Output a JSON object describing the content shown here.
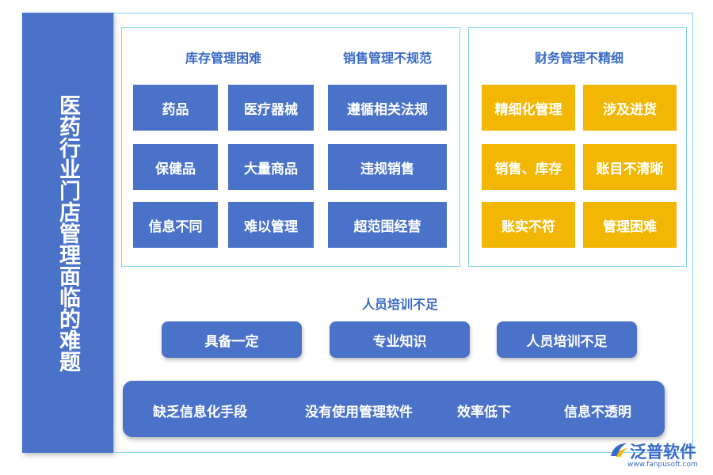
{
  "title": "医药行业门店管理面临的难题",
  "groups": {
    "inventory": {
      "heading": "库存管理困难",
      "items": [
        "药品",
        "医疗器械",
        "保健品",
        "大量商品",
        "信息不同",
        "难以管理"
      ]
    },
    "sales": {
      "heading": "销售管理不规范",
      "items": [
        "遵循相关法规",
        "违规销售",
        "超范围经营"
      ]
    },
    "finance": {
      "heading": "财务管理不精细",
      "items": [
        "精细化管理",
        "涉及进货",
        "销售、库存",
        "账目不清晰",
        "账实不符",
        "管理困难"
      ]
    },
    "training": {
      "heading": "人员培训不足",
      "items": [
        "具备一定",
        "专业知识",
        "人员培训不足"
      ]
    },
    "bottom": {
      "items": [
        "缺乏信息化手段",
        "没有使用管理软件",
        "效率低下",
        "信息不透明"
      ]
    }
  },
  "logo": {
    "name": "泛普软件",
    "url": "www.fanpusoft.com"
  },
  "colors": {
    "blue": "#4a72c9",
    "gold": "#f2b705",
    "frame": "#7fd3e8",
    "heading": "#3a6bc6"
  }
}
